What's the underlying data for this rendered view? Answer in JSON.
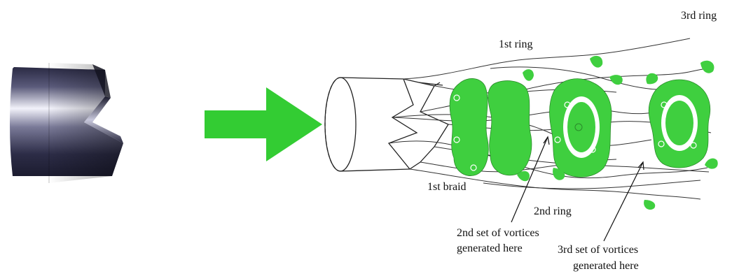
{
  "labels": {
    "ring1": "1st ring",
    "ring2": "2nd ring",
    "ring3": "3rd ring",
    "braid1": "1st braid",
    "vortices2_line1": "2nd set of vortices",
    "vortices2_line2": "generated here",
    "vortices3_line1": "3rd set of vortices",
    "vortices3_line2": "generated here"
  },
  "colors": {
    "arrow": "#33cc33",
    "ring_fill": "#3fcf3f",
    "outline": "#222222",
    "nozzle_dark": "#22223a",
    "nozzle_light": "#e8e8f4"
  }
}
